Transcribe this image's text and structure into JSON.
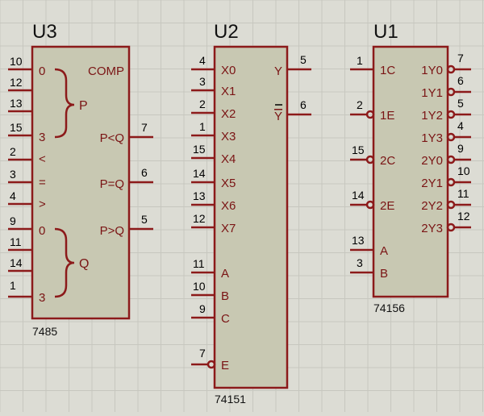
{
  "colors": {
    "background": "#dcdcd4",
    "grid": "#c7c7bf",
    "body_fill": "#c8c8b2",
    "outline": "#8c1a1a",
    "pin_text": "#000000",
    "label_text": "#7a1414",
    "title_text": "#111111"
  },
  "chips": {
    "u3": {
      "ref": "U3",
      "part": "7485",
      "left_pins": [
        {
          "num": "10",
          "name": "0"
        },
        {
          "num": "12",
          "name": ""
        },
        {
          "num": "13",
          "name": ""
        },
        {
          "num": "15",
          "name": "3"
        },
        {
          "num": "2",
          "name": "<"
        },
        {
          "num": "3",
          "name": "="
        },
        {
          "num": "4",
          "name": ">"
        },
        {
          "num": "9",
          "name": "0"
        },
        {
          "num": "11",
          "name": ""
        },
        {
          "num": "14",
          "name": ""
        },
        {
          "num": "1",
          "name": "3"
        }
      ],
      "right_pins": [
        {
          "num": "",
          "name": "COMP"
        },
        {
          "num": "7",
          "name": "P<Q"
        },
        {
          "num": "6",
          "name": "P=Q"
        },
        {
          "num": "5",
          "name": "P>Q"
        }
      ],
      "brace_p": "P",
      "brace_q": "Q"
    },
    "u2": {
      "ref": "U2",
      "part": "74151",
      "left_pins": [
        {
          "num": "4",
          "name": "X0"
        },
        {
          "num": "3",
          "name": "X1"
        },
        {
          "num": "2",
          "name": "X2"
        },
        {
          "num": "1",
          "name": "X3"
        },
        {
          "num": "15",
          "name": "X4"
        },
        {
          "num": "14",
          "name": "X5"
        },
        {
          "num": "13",
          "name": "X6"
        },
        {
          "num": "12",
          "name": "X7"
        },
        {
          "num": "11",
          "name": "A"
        },
        {
          "num": "10",
          "name": "B"
        },
        {
          "num": "9",
          "name": "C"
        },
        {
          "num": "7",
          "name": "E",
          "inverted": true
        }
      ],
      "right_pins": [
        {
          "num": "5",
          "name": "Y"
        },
        {
          "num": "6",
          "name": "Y",
          "overbar": true
        }
      ]
    },
    "u1": {
      "ref": "U1",
      "part": "74156",
      "left_pins": [
        {
          "num": "1",
          "name": "1C"
        },
        {
          "num": "2",
          "name": "1E",
          "inverted": true
        },
        {
          "num": "15",
          "name": "2C",
          "inverted": true
        },
        {
          "num": "14",
          "name": "2E",
          "inverted": true
        },
        {
          "num": "13",
          "name": "A"
        },
        {
          "num": "3",
          "name": "B"
        }
      ],
      "right_pins": [
        {
          "num": "7",
          "name": "1Y0"
        },
        {
          "num": "6",
          "name": "1Y1"
        },
        {
          "num": "5",
          "name": "1Y2"
        },
        {
          "num": "4",
          "name": "1Y3"
        },
        {
          "num": "9",
          "name": "2Y0"
        },
        {
          "num": "10",
          "name": "2Y1"
        },
        {
          "num": "11",
          "name": "2Y2"
        },
        {
          "num": "12",
          "name": "2Y3"
        }
      ]
    }
  }
}
